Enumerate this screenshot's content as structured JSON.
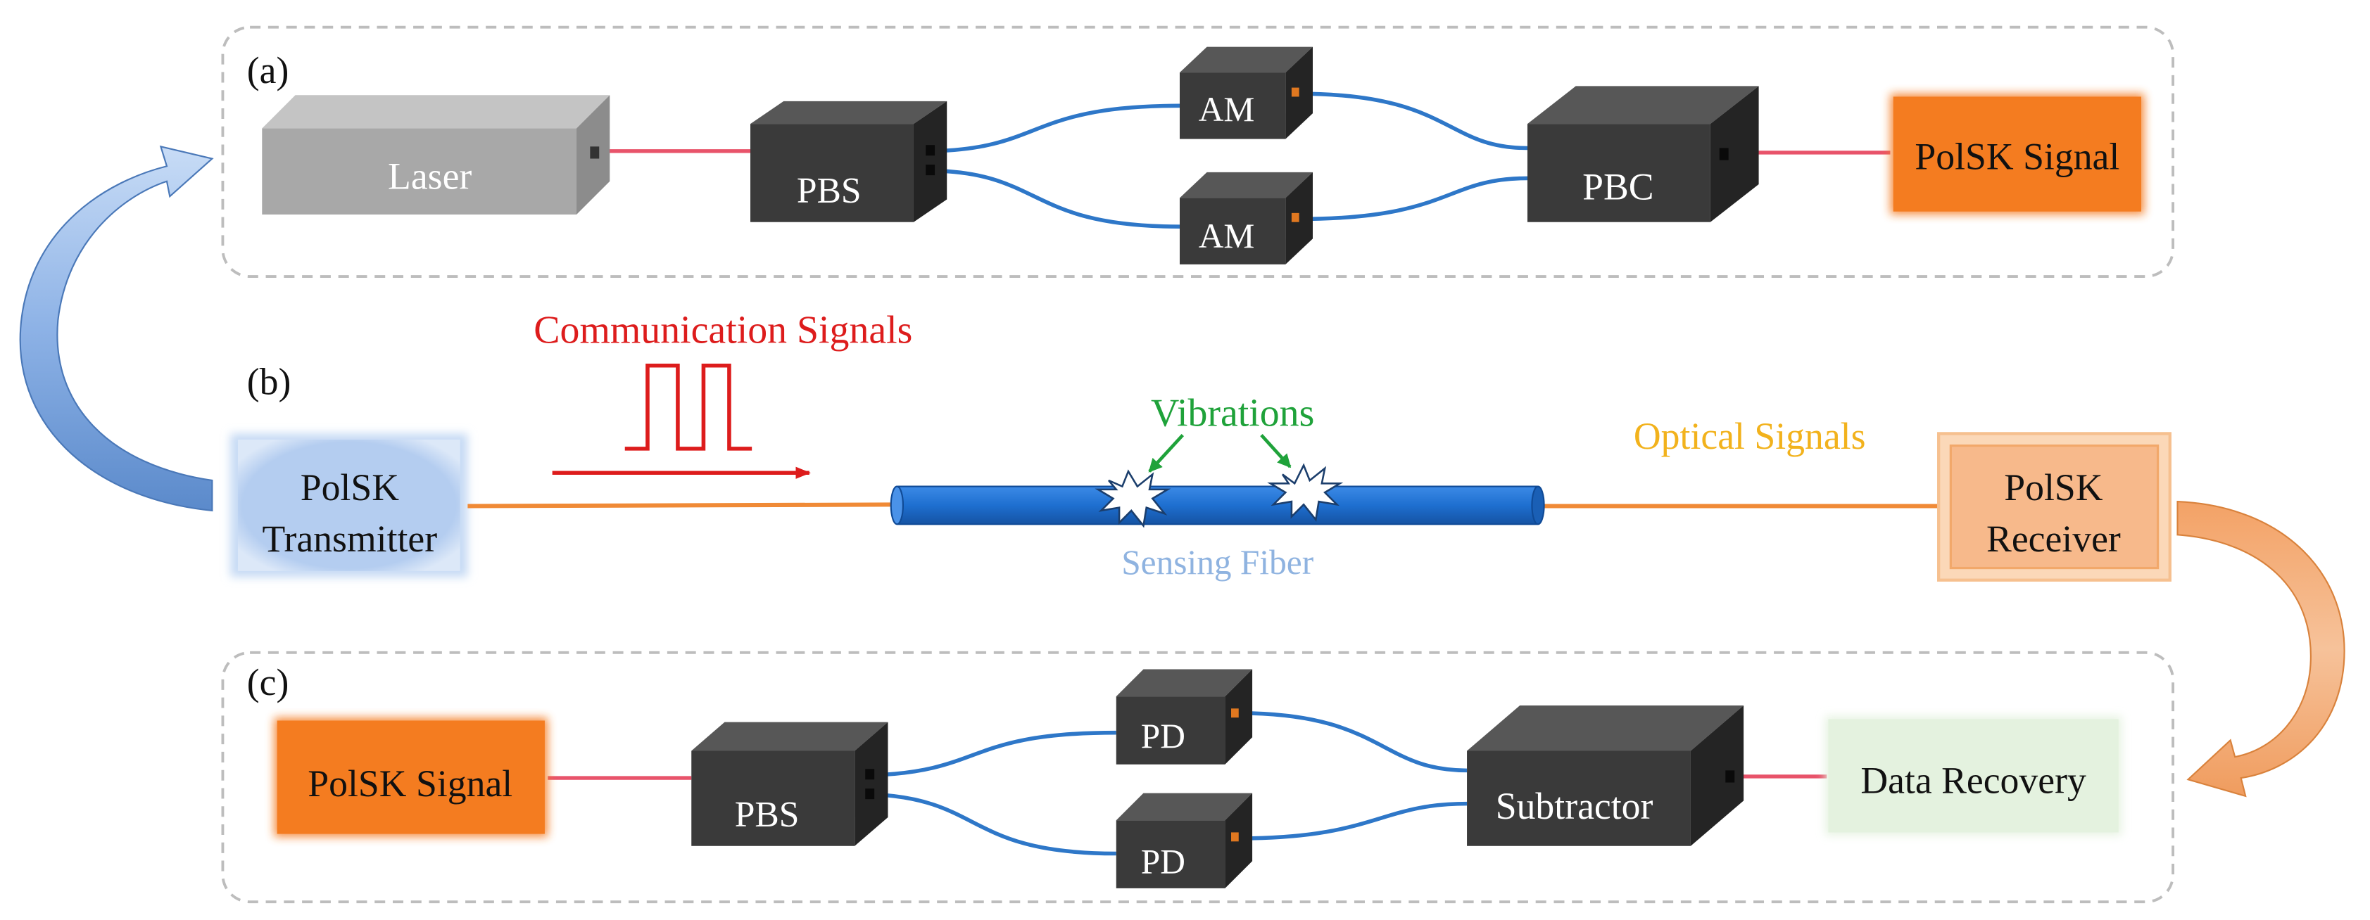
{
  "panels": {
    "a": "(a)",
    "b": "(b)",
    "c": "(c)"
  },
  "devices": {
    "laser": "Laser",
    "pbs_a": "PBS",
    "am_top": "AM",
    "am_bottom": "AM",
    "pbc": "PBC",
    "polsk_signal_a": "PolSK Signal",
    "polsk_transmitter_line1": "PolSK",
    "polsk_transmitter_line2": "Transmitter",
    "polsk_receiver_line1": "PolSK",
    "polsk_receiver_line2": "Receiver",
    "polsk_signal_c": "PolSK Signal",
    "pbs_c": "PBS",
    "pd_top": "PD",
    "pd_bottom": "PD",
    "subtractor": "Subtractor",
    "data_recovery": "Data Recovery"
  },
  "labels": {
    "communication_signals": "Communication Signals",
    "vibrations": "Vibrations",
    "optical_signals": "Optical Signals",
    "sensing_fiber": "Sensing  Fiber"
  },
  "colors": {
    "box_front": "#3a3a3a",
    "box_top": "#575757",
    "box_side": "#242424",
    "laser_front": "#a8a8a8",
    "fiber_red": "#e8536a",
    "fiber_blue": "#2e77c8",
    "fiber_orange": "#f08a36",
    "sensing_fiber": "#1e6fd0",
    "comm_red": "#dd1c1c",
    "vibration_green": "#1fa23a",
    "optical_yellow": "#f2b21c",
    "sensing_label": "#8fb3e0",
    "signal_orange": "#f47c20",
    "transmitter_blue": "#b4cdf0",
    "receiver_orange": "#f7b98b",
    "data_recovery_green": "#e4f2df"
  }
}
